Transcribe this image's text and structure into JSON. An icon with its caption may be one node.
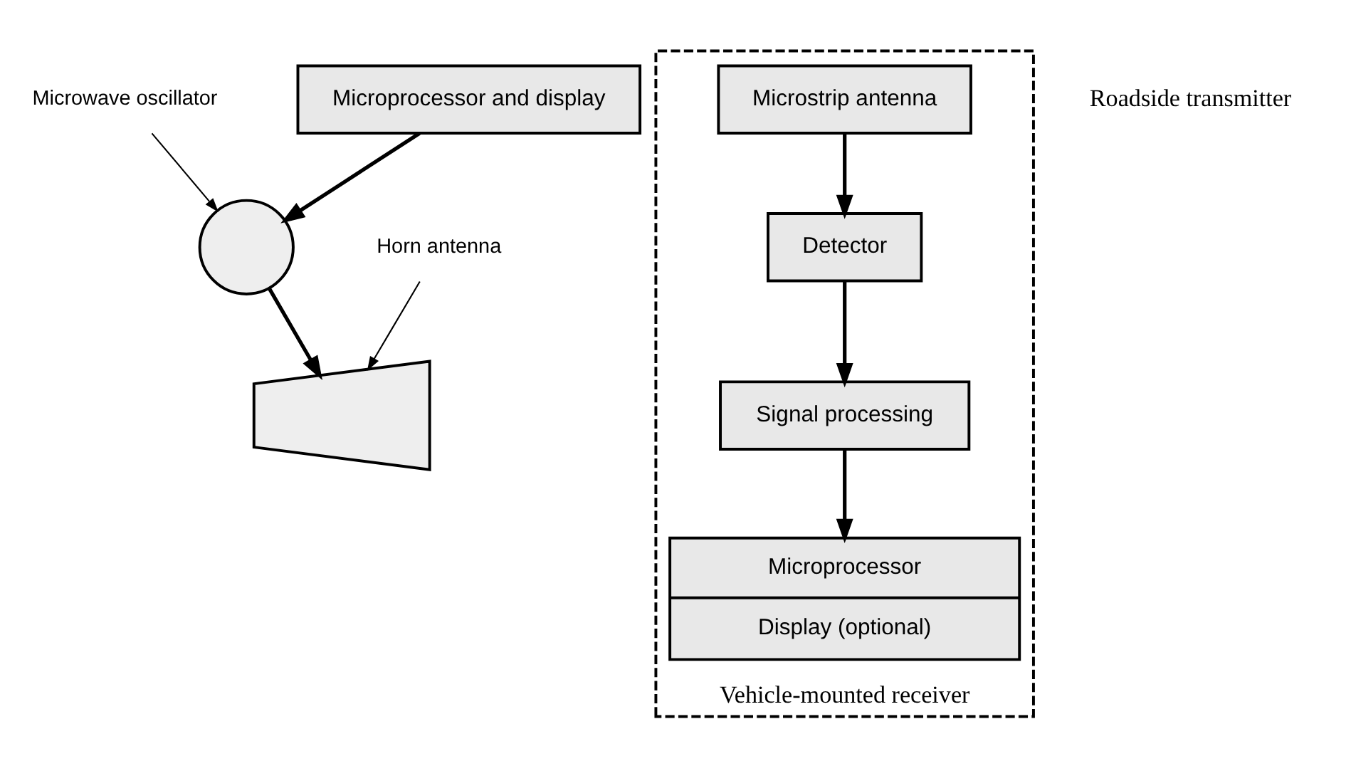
{
  "diagram": {
    "nodes": [
      {
        "text": [
          "Microwave oscillator"
        ]
      },
      {
        "text": [],
        "shape": "circle"
      },
      {
        "text": [],
        "shape": "horn"
      },
      {
        "text": [
          "Horn antenna"
        ]
      },
      {
        "text": [
          "Microprocessor and display"
        ]
      },
      {
        "text": [
          "Vehicle-mounted receiver"
        ]
      },
      {
        "text": [
          "Microstrip antenna"
        ],
        "in": 5
      },
      {
        "text": [
          "Detector"
        ],
        "in": 5
      },
      {
        "text": [
          "Signal processing"
        ],
        "in": 5
      },
      {
        "text": [
          "Microprocessor",
          "Display (optional)"
        ],
        "in": 5
      }
    ],
    "edges": [
      {
        "from": 0,
        "to": 1,
        "arrow": "to"
      },
      {
        "from": 3,
        "to": 2,
        "arrow": "to"
      },
      {
        "from": 4,
        "to": 1,
        "arrow": "to"
      },
      {
        "from": 1,
        "to": 2,
        "arrow": "to"
      },
      {
        "from": 6,
        "to": 7,
        "arrow": "to"
      },
      {
        "from": 7,
        "to": 8,
        "arrow": "to"
      },
      {
        "from": 8,
        "to": 9,
        "arrow": "to"
      }
    ],
    "labels": [
      "Roadside transmitter"
    ]
  }
}
